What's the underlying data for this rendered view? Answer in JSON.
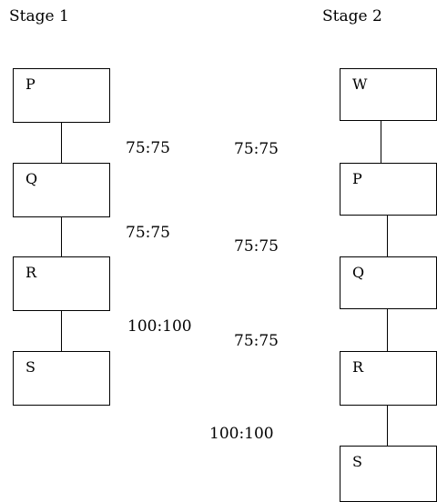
{
  "stage1": {
    "title": "Stage 1",
    "nodes": [
      "P",
      "Q",
      "R",
      "S"
    ],
    "ratios": [
      "75:75",
      "75:75",
      "100:100"
    ]
  },
  "stage2": {
    "title": "Stage 2",
    "nodes": [
      "W",
      "P",
      "Q",
      "R",
      "S"
    ],
    "ratios": [
      "75:75",
      "75:75",
      "75:75",
      "100:100"
    ]
  }
}
